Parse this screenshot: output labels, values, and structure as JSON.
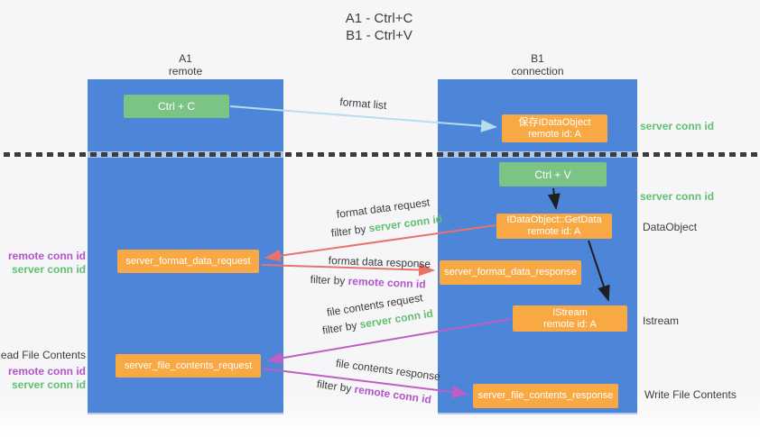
{
  "title": {
    "line1": "A1 - Ctrl+C",
    "line2": "B1 - Ctrl+V"
  },
  "lifelines": {
    "left": {
      "name": "A1",
      "role": "remote"
    },
    "right": {
      "name": "B1",
      "role": "connection"
    }
  },
  "nodes": {
    "ctrl_c": {
      "label": "Ctrl + C"
    },
    "ctrl_v": {
      "label": "Ctrl + V"
    },
    "save_idataobject": {
      "line1": "保存IDataObject",
      "line2": "remote id: A"
    },
    "idataobject_getdata": {
      "line1": "IDataObject::GetData",
      "line2": "remote id: A"
    },
    "istream": {
      "line1": "IStream",
      "line2": "remote id: A"
    },
    "server_format_data_request": {
      "label": "server_format_data_request"
    },
    "server_format_data_response": {
      "label": "server_format_data_response"
    },
    "server_file_contents_request": {
      "label": "server_file_contents_request"
    },
    "server_file_contents_response": {
      "label": "server_file_contents_response"
    }
  },
  "side_labels": {
    "server_conn_id_top": "server conn id",
    "server_conn_id_mid": "server conn id",
    "dataobject": "DataObject",
    "istream": "Istream",
    "write_file_contents": "Write File Contents",
    "read_file_contents": "Read File Contents",
    "left_remote_conn_id_1": "remote conn id",
    "left_server_conn_id_1": "server conn id",
    "left_remote_conn_id_2": "remote conn id",
    "left_server_conn_id_2": "server conn id"
  },
  "flow_labels": {
    "format_list": "format list",
    "format_data_request": "format data request",
    "format_data_response": "format data response",
    "file_contents_request": "file contents request",
    "file_contents_response": "file contents response",
    "filter_by": "filter by",
    "server_conn_id": "server conn id",
    "remote_conn_id": "remote conn id"
  },
  "colors": {
    "lifeline_blue": "#4d86d8",
    "node_green": "#7bc485",
    "node_orange": "#f9a943",
    "arrow_light_blue": "#b5ddf2",
    "arrow_red": "#e8736b",
    "arrow_magenta": "#bd5fc4",
    "arrow_black": "#1f1f1f",
    "emphasis_green": "#63bf72",
    "emphasis_purple": "#b454ca"
  }
}
